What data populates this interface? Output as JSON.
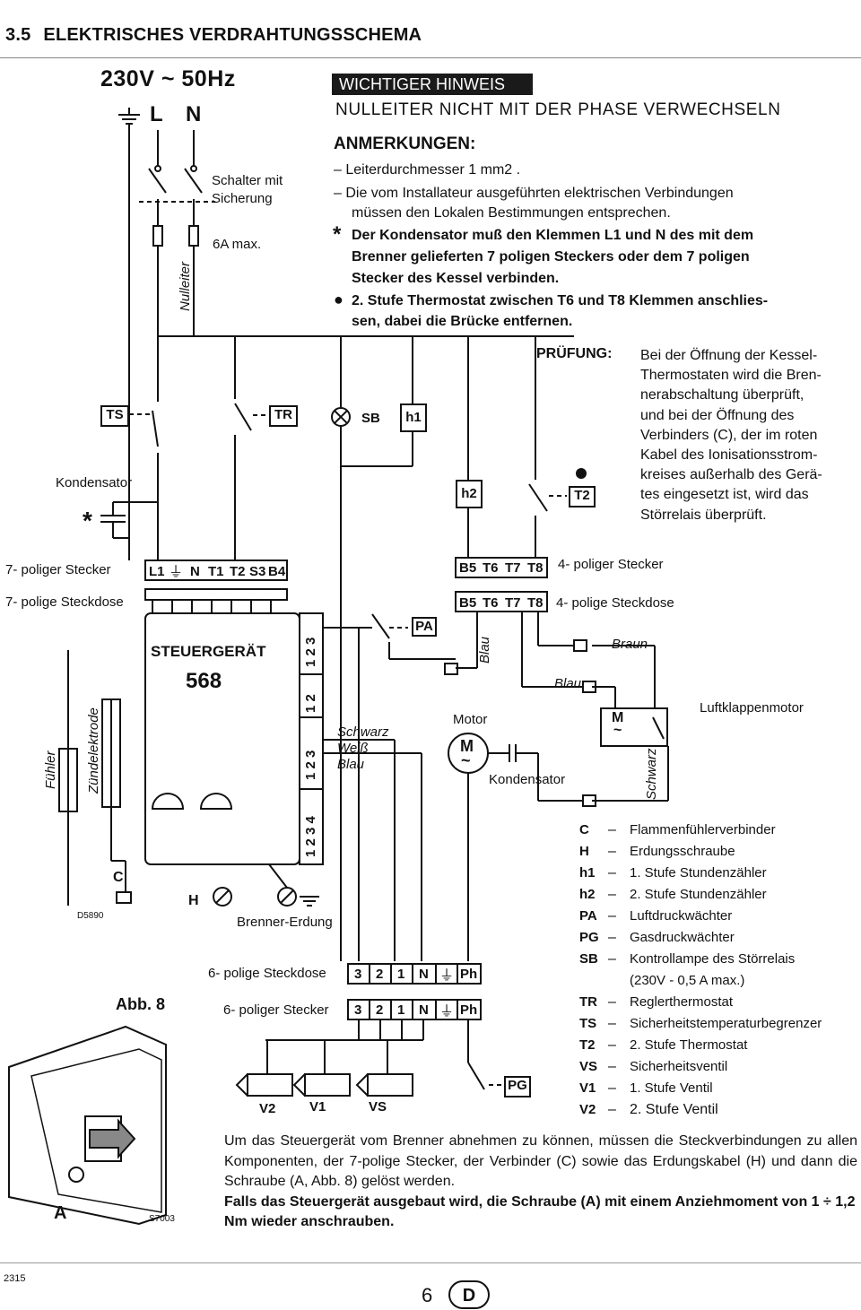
{
  "header": {
    "section_number": "3.5",
    "section_title": "ELEKTRISCHES VERDRAHTUNGSSCHEMA"
  },
  "supply": {
    "voltage": "230V",
    "tilde": "~",
    "frequency": "50Hz",
    "label_L": "L",
    "label_N": "N",
    "switch_note_1": "Schalter mit",
    "switch_note_2": "Sicherung",
    "fuse": "6A max.",
    "nulleiter": "Nulleiter"
  },
  "warning": {
    "title": "WICHTIGER HINWEIS",
    "text": "NULLEITER NICHT MIT DER PHASE VERWECHSELN"
  },
  "notes": {
    "heading": "ANMERKUNGEN:",
    "n1": "– Leiterdurchmesser 1 mm2 .",
    "n2a": "– Die vom Installateur ausgeführten elektrischen Verbindungen",
    "n2b": "müssen den Lokalen Bestimmungen entsprechen.",
    "star": "*",
    "n3a": "Der Kondensator muß den Klemmen L1 und N des mit dem",
    "n3b": "Brenner gelieferten 7 poligen Steckers oder dem 7 poligen",
    "n3c": "Stecker des Kessel verbinden.",
    "dot": "●",
    "n4a": "2. Stufe Thermostat zwischen T6 und T8 Klemmen anschlies-",
    "n4b": "sen, dabei die Brücke entfernen."
  },
  "pruefung": {
    "label": "PRÜFUNG:",
    "lines": [
      "Bei der Öffnung der Kessel-",
      "Thermostaten wird die Bren-",
      "nerabschaltung überprüft,",
      "und bei der Öffnung des",
      "Verbinders (C), der im roten",
      "Kabel des Ionisationsstrom-",
      "kreises außerhalb des Gerä-",
      "tes eingesetzt ist, wird das",
      "Störrelais überprüft."
    ]
  },
  "components": {
    "TS": "TS",
    "TR": "TR",
    "SB": "SB",
    "h1": "h1",
    "h2": "h2",
    "T2": "T2",
    "PA": "PA",
    "PG": "PG",
    "kondensator": "Kondensator",
    "star": "*"
  },
  "connectors": {
    "stecker7_label": "7- poliger Stecker",
    "steckdose7_label": "7- polige Steckdose",
    "pins7": [
      "L1",
      "N",
      "T1",
      "T2",
      "S3",
      "B4"
    ],
    "stecker4_label": "4- poliger Stecker",
    "steckdose4_label": "4- polige Steckdose",
    "pins4": [
      "B5",
      "T6",
      "T7",
      "T8"
    ],
    "steckdose6_label": "6- polige Steckdose",
    "stecker6_label": "6- poliger Stecker",
    "pins6": [
      "3",
      "2",
      "1",
      "N",
      "Ph"
    ]
  },
  "unit": {
    "name": "STEUERGERÄT",
    "number": "568",
    "terminal_groups": [
      "1 2 3",
      "1 2",
      "1 2 3",
      "1 2 3 4"
    ],
    "fuehler": "Fühler",
    "zuendelektrode": "Zündelektrode",
    "C": "C",
    "H": "H",
    "brenner_erdung": "Brenner-Erdung",
    "code": "D5890"
  },
  "wiring": {
    "schwarz": "Schwarz",
    "weiss": "Weiß",
    "blau": "Blau",
    "braun": "Braun",
    "motor": "Motor",
    "M": "M",
    "tilde": "~",
    "kondensator": "Kondensator",
    "luftklappenmotor": "Luftklappenmotor"
  },
  "valves": [
    "V2",
    "V1",
    "VS"
  ],
  "figure": {
    "label": "Abb. 8",
    "A": "A",
    "code": "S7003"
  },
  "legend": [
    {
      "key": "C",
      "val": "Flammenfühlerverbinder"
    },
    {
      "key": "H",
      "val": "Erdungsschraube"
    },
    {
      "key": "h1",
      "val": "1. Stufe Stundenzähler"
    },
    {
      "key": "h2",
      "val": "2. Stufe Stundenzähler"
    },
    {
      "key": "PA",
      "val": "Luftdruckwächter"
    },
    {
      "key": "PG",
      "val": "Gasdruckwächter"
    },
    {
      "key": "SB",
      "val": "Kontrollampe des Störrelais"
    },
    {
      "key": "",
      "val": "(230V - 0,5 A max.)"
    },
    {
      "key": "TR",
      "val": "Reglerthermostat"
    },
    {
      "key": "TS",
      "val": "Sicherheitstemperaturbegrenzer"
    },
    {
      "key": "T2",
      "val": "2. Stufe Thermostat"
    },
    {
      "key": "VS",
      "val": "Sicherheitsventil"
    },
    {
      "key": "V1",
      "val": "1. Stufe Ventil"
    },
    {
      "key": "V2",
      "val": "2. Stufe Ventil"
    }
  ],
  "bottom": {
    "p1": "Um das Steuergerät vom Brenner abnehmen zu können, müssen die Steckverbindungen zu allen Komponenten, der 7-polige Stecker, der Verbinder (C) sowie das Erdungskabel (H) und dann die Schraube (A, Abb. 8) gelöst werden.",
    "p2": "Falls das Steuergerät ausgebaut wird, die Schraube (A) mit einem Anziehmoment von 1 ÷ 1,2 Nm wieder anschrauben."
  },
  "footer": {
    "doc_code": "2315",
    "page_number": "6",
    "language": "D"
  }
}
